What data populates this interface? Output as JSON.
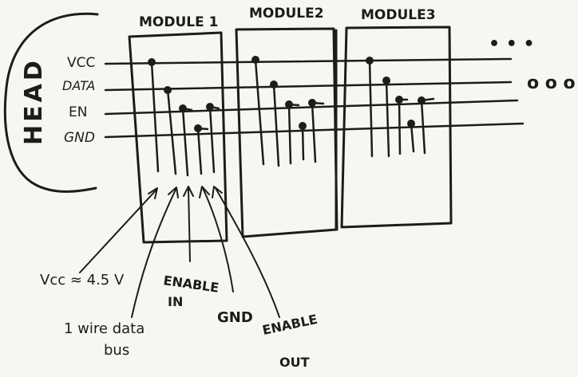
{
  "head": {
    "label": "HEAD"
  },
  "modules": [
    {
      "label": "MODULE 1"
    },
    {
      "label": "MODULE2"
    },
    {
      "label": "MODULE3"
    }
  ],
  "bus_labels": {
    "vcc": "VCC",
    "data": "DATA",
    "en": "EN",
    "gnd": "GND"
  },
  "continuation": {
    "top": "• • •",
    "right": "o o o"
  },
  "annotations": {
    "vcc": "Vcc ≈ 4.5 V",
    "data_bus": [
      "1 wire data",
      "bus"
    ],
    "enable_in": [
      "ENABLE",
      "IN"
    ],
    "gnd": "GND",
    "enable_out": [
      "ENABLE",
      "OUT"
    ]
  }
}
